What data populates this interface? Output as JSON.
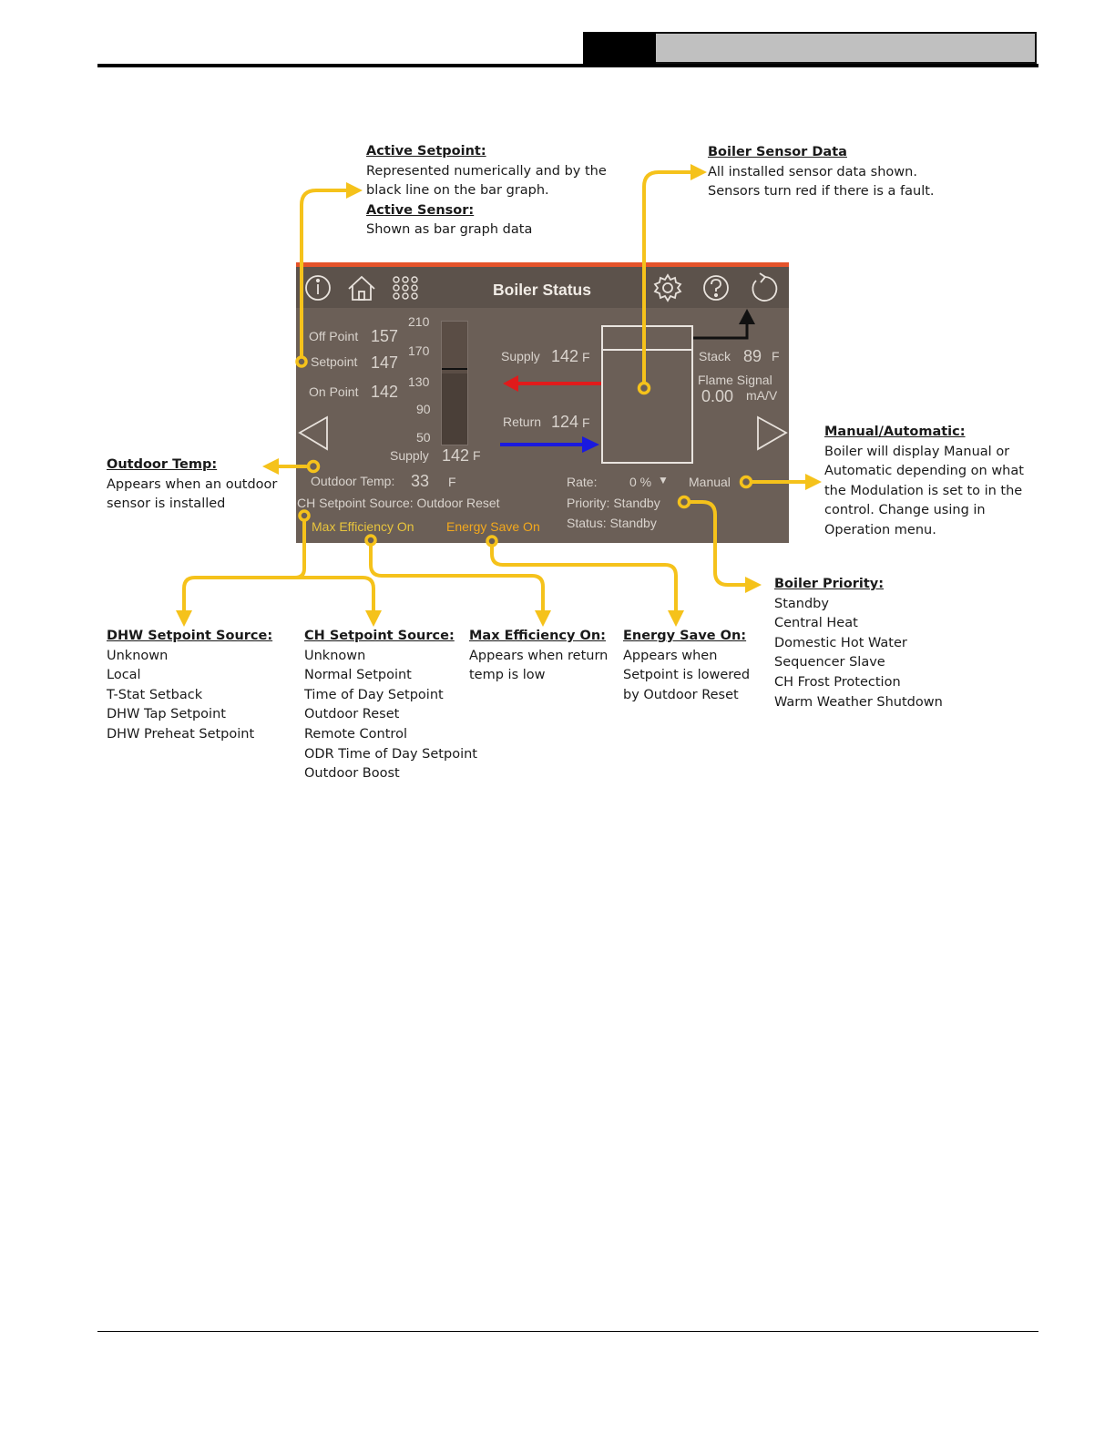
{
  "annotations": {
    "active_setpoint": {
      "heading": "Active Setpoint:",
      "lines": [
        "Represented numerically and by the",
        "black line on the bar graph."
      ]
    },
    "active_sensor": {
      "heading": "Active Sensor:",
      "lines": [
        "Shown as bar graph data"
      ]
    },
    "boiler_sensor_data": {
      "heading": "Boiler Sensor Data",
      "lines": [
        "All installed sensor data shown.",
        "Sensors turn red if there is a fault."
      ]
    },
    "manual_automatic": {
      "heading": "Manual/Automatic:",
      "lines": [
        "Boiler will display Manual or",
        "Automatic depending on what",
        "the Modulation is set to in the",
        "control.  Change using in",
        "Operation menu."
      ]
    },
    "outdoor_temp": {
      "heading": "Outdoor Temp:",
      "lines": [
        "Appears when an outdoor",
        "sensor is installed"
      ]
    },
    "dhw_setpoint_source": {
      "heading": "DHW Setpoint Source:",
      "lines": [
        "Unknown",
        "Local",
        "T-Stat Setback",
        "DHW Tap Setpoint",
        "DHW Preheat Setpoint"
      ]
    },
    "ch_setpoint_source": {
      "heading": "CH Setpoint Source:",
      "lines": [
        "Unknown",
        "Normal Setpoint",
        "Time of Day Setpoint",
        "Outdoor Reset",
        "Remote Control",
        "ODR Time of Day Setpoint",
        "Outdoor Boost"
      ]
    },
    "max_efficiency_on": {
      "heading": "Max Efficiency On:",
      "lines": [
        "Appears when return",
        "temp is low"
      ]
    },
    "energy_save_on": {
      "heading": "Energy Save On:",
      "lines": [
        "Appears when",
        "Setpoint is lowered",
        "by Outdoor Reset"
      ]
    },
    "boiler_priority": {
      "heading": "Boiler Priority:",
      "lines": [
        "Standby",
        "Central Heat",
        "Domestic Hot Water",
        "Sequencer Slave",
        "CH Frost Protection",
        "Warm Weather Shutdown"
      ]
    }
  },
  "screen": {
    "title": "Boiler Status",
    "icons": [
      "info-icon",
      "home-icon",
      "menu-grid-icon",
      "gear-icon",
      "help-icon",
      "refresh-icon",
      "arrow-left-icon",
      "arrow-right-icon"
    ],
    "colors": {
      "background": "#6b5f57",
      "header": "#5c524b",
      "accent": "#e5532a",
      "flag": "#f2a81d",
      "pointer": "#f5c21b",
      "supply_arrow": "#e01b1b",
      "return_arrow": "#1a1adf"
    },
    "off_point_label": "Off Point",
    "off_point_value": "157",
    "setpoint_label": "Setpoint",
    "setpoint_value": "147",
    "on_point_label": "On Point",
    "on_point_value": "142",
    "bar_ticks": [
      "210",
      "170",
      "130",
      "90",
      "50"
    ],
    "bar_range": [
      50,
      210
    ],
    "bar_active_value": 142,
    "bar_setpoint_value": 147,
    "bar_supply_label": "Supply",
    "bar_supply_value": "142",
    "bar_supply_unit": "F",
    "supply_label": "Supply",
    "supply_value": "142",
    "supply_unit": "F",
    "return_label": "Return",
    "return_value": "124",
    "return_unit": "F",
    "stack_label": "Stack",
    "stack_value": "89",
    "stack_unit": "F",
    "flame_label": "Flame Signal",
    "flame_value": "0.00",
    "flame_unit": "mA/V",
    "outdoor_label": "Outdoor Temp:",
    "outdoor_value": "33",
    "outdoor_unit": "F",
    "ch_source": "CH Setpoint Source: Outdoor Reset",
    "max_efficiency": "Max Efficiency On",
    "energy_save": "Energy Save On",
    "rate_label": "Rate:",
    "rate_value": "0 %",
    "mode": "Manual",
    "priority": "Priority: Standby",
    "status": "Status: Standby"
  }
}
